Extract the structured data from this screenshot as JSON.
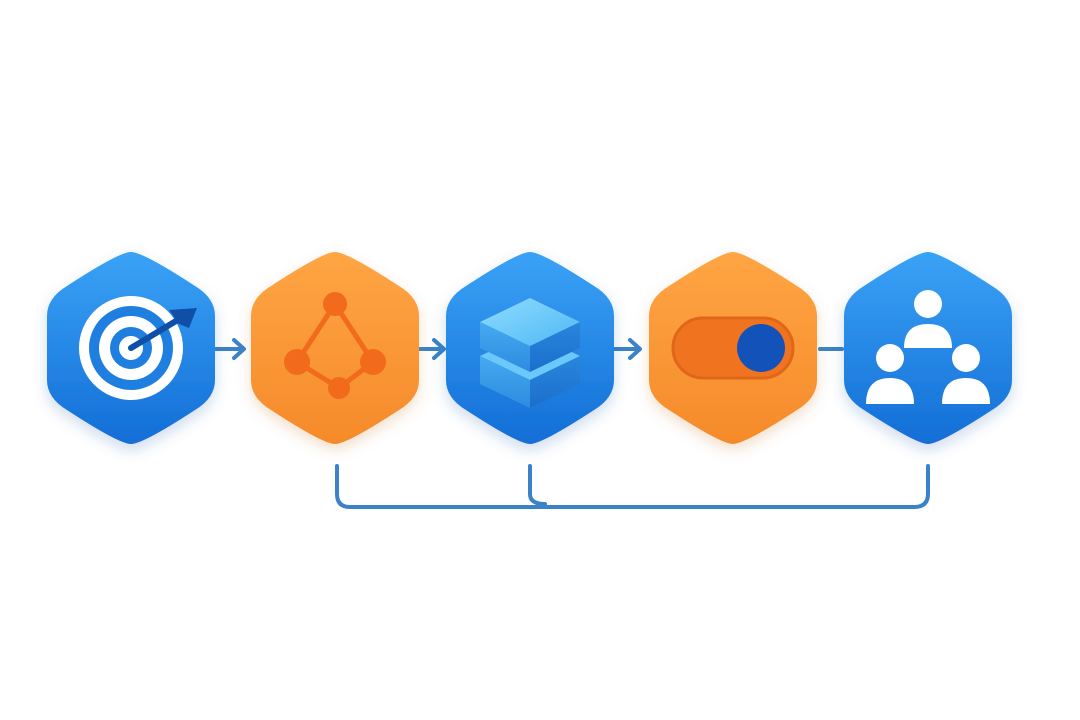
{
  "colors": {
    "blue_light": "#3a9cf2",
    "blue_dark": "#1672d8",
    "orange_light": "#ffa13c",
    "orange_dark": "#f58b2b",
    "connector": "#3b82c8",
    "white": "#ffffff"
  },
  "flow": {
    "nodes": [
      {
        "icon": "target-icon",
        "color": "blue"
      },
      {
        "icon": "network-triangle-icon",
        "color": "orange"
      },
      {
        "icon": "layers-stack-icon",
        "color": "blue"
      },
      {
        "icon": "toggle-switch-icon",
        "color": "orange"
      },
      {
        "icon": "team-hierarchy-icon",
        "color": "blue"
      }
    ],
    "connectors": [
      {
        "from": 1,
        "to": 2,
        "type": "arrow"
      },
      {
        "from": 2,
        "to": 3,
        "type": "arrow"
      },
      {
        "from": 3,
        "to": 4,
        "type": "arrow"
      },
      {
        "from": 4,
        "to": 5,
        "type": "line"
      },
      {
        "from": 2,
        "to": 5,
        "type": "bracket"
      },
      {
        "from": 3,
        "to": 5,
        "type": "bracket"
      }
    ]
  }
}
